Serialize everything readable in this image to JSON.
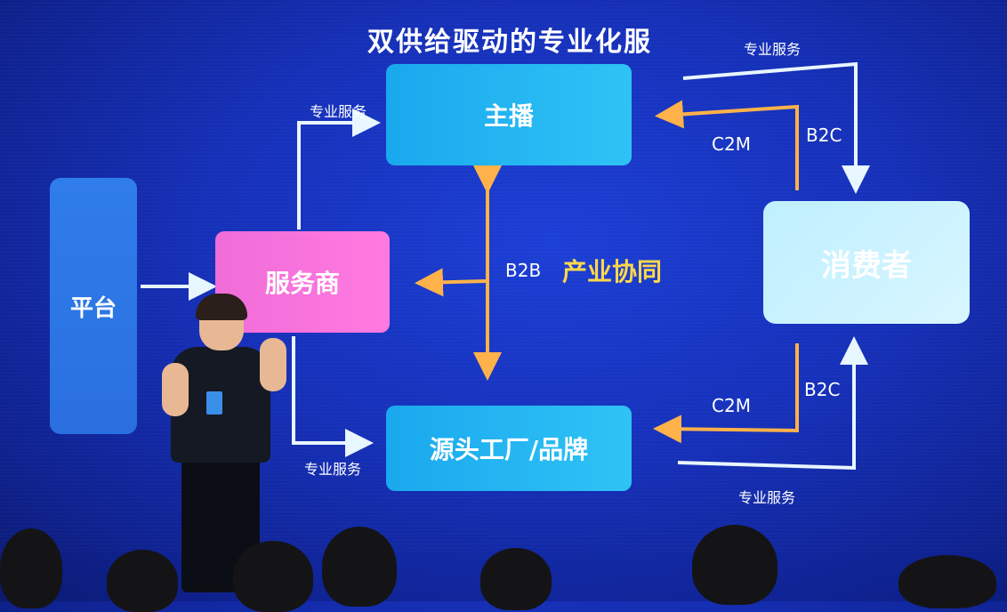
{
  "slide": {
    "title": "双供给驱动的专业化服务",
    "nodes": {
      "platform": "平台",
      "anchor": "主播",
      "provider": "服务商",
      "consumer": "消费者",
      "factory": "源头工厂/品牌"
    },
    "labels": {
      "service_top_left": "专业服务",
      "service_bottom_left": "专业服务",
      "service_top_right": "专业服务",
      "service_bottom_right": "专业服务",
      "c2m_top": "C2M",
      "c2m_bottom": "C2M",
      "b2c_top": "B2C",
      "b2c_bottom": "B2C",
      "b2b": "B2B",
      "synergy": "产业协同"
    },
    "colors": {
      "background": "#1630b8",
      "platform": "#2f7dea",
      "anchor_factory": "#1aa8ee",
      "provider": "#f06cd8",
      "consumer": "#bfefff",
      "arrow_orange": "#ffb24a",
      "synergy_text": "#ffd84a"
    }
  }
}
